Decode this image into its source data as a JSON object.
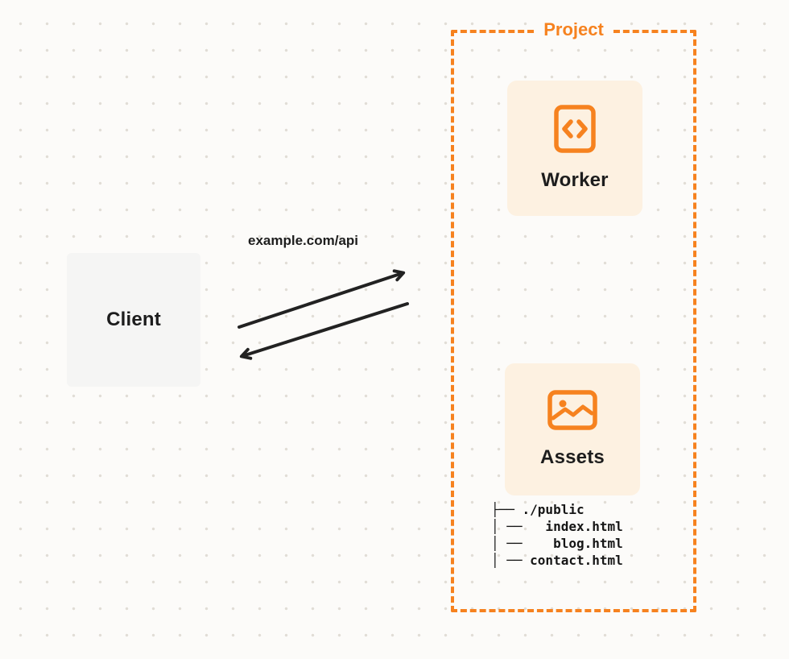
{
  "colors": {
    "accent_orange": "#f6821f",
    "card_bg": "#fdf1e1",
    "client_bg": "#f5f5f4",
    "canvas_bg": "#fcfbf9",
    "arrow": "#222222",
    "text": "#1d1d1d"
  },
  "client": {
    "label": "Client"
  },
  "request": {
    "url_label": "example.com/api"
  },
  "project": {
    "label": "Project",
    "worker": {
      "label": "Worker",
      "icon": "code-brackets-icon"
    },
    "assets": {
      "label": "Assets",
      "icon": "image-icon",
      "file_tree": "├── ./public\n│ ──   index.html\n│ ──    blog.html\n│ ── contact.html"
    }
  }
}
